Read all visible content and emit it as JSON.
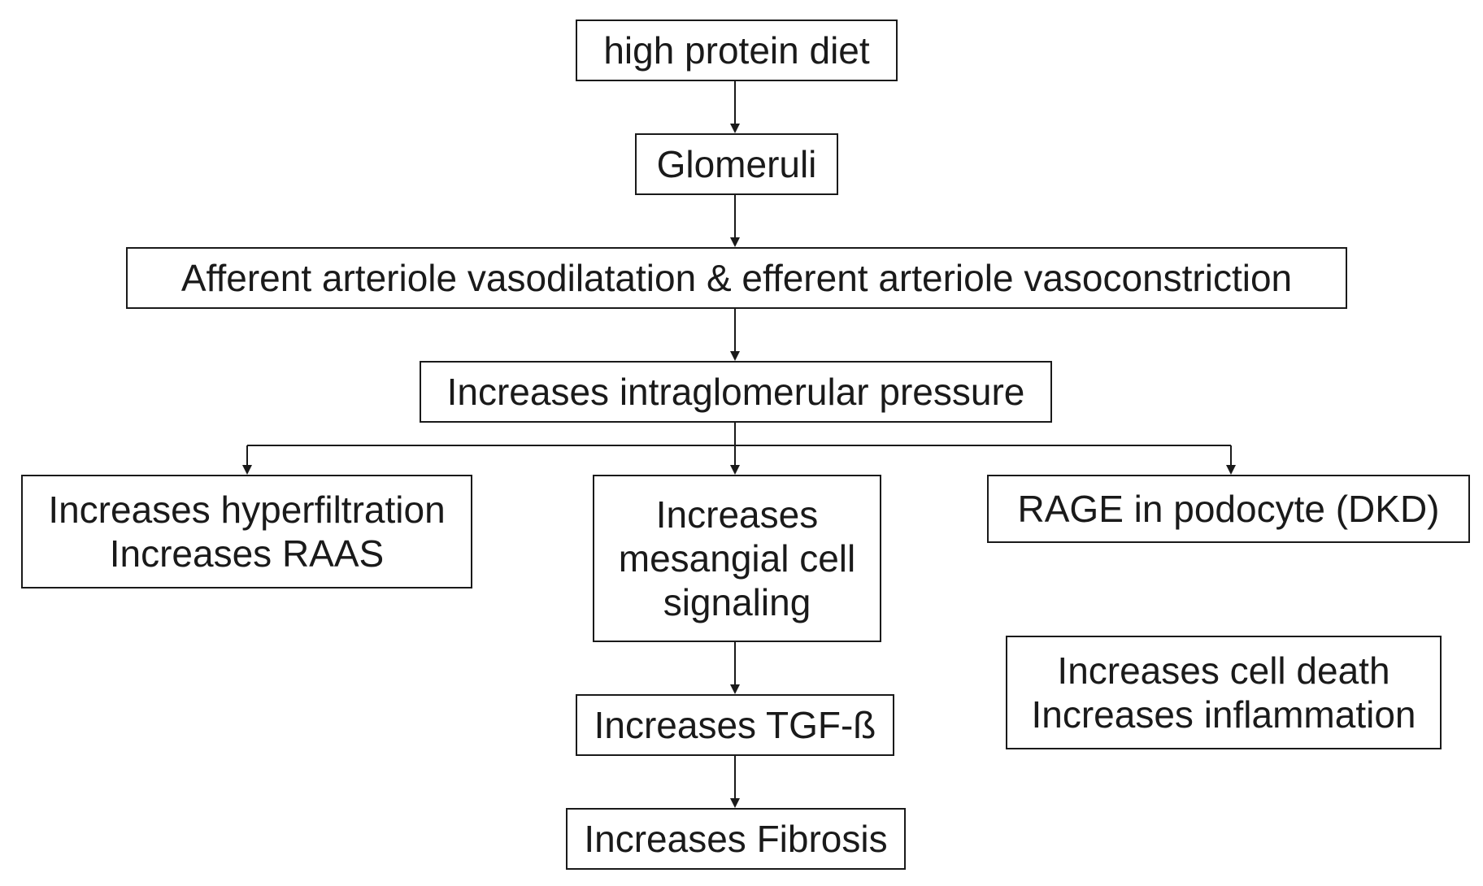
{
  "diagram": {
    "nodes": {
      "diet": {
        "label": "high protein diet"
      },
      "glomeruli": {
        "label": "Glomeruli"
      },
      "arteriole": {
        "label": "Afferent arteriole vasodilatation & efferent arteriole vasoconstriction"
      },
      "pressure": {
        "label": "Increases intraglomerular pressure"
      },
      "hyperfiltration": {
        "line1": "Increases hyperfiltration",
        "line2": "Increases RAAS"
      },
      "mesangial": {
        "line1": "Increases",
        "line2": "mesangial cell",
        "line3": "signaling"
      },
      "rage": {
        "label": "RAGE in podocyte (DKD)"
      },
      "tgf": {
        "label": "Increases TGF-ß"
      },
      "fibrosis": {
        "label": "Increases Fibrosis"
      },
      "celldeath": {
        "line1": "Increases cell death",
        "line2": "Increases inflammation"
      }
    },
    "edges": [
      {
        "from": "diet",
        "to": "glomeruli"
      },
      {
        "from": "glomeruli",
        "to": "arteriole"
      },
      {
        "from": "arteriole",
        "to": "pressure"
      },
      {
        "from": "pressure",
        "to": "hyperfiltration"
      },
      {
        "from": "pressure",
        "to": "mesangial"
      },
      {
        "from": "pressure",
        "to": "rage"
      },
      {
        "from": "mesangial",
        "to": "tgf"
      },
      {
        "from": "tgf",
        "to": "fibrosis"
      }
    ]
  }
}
